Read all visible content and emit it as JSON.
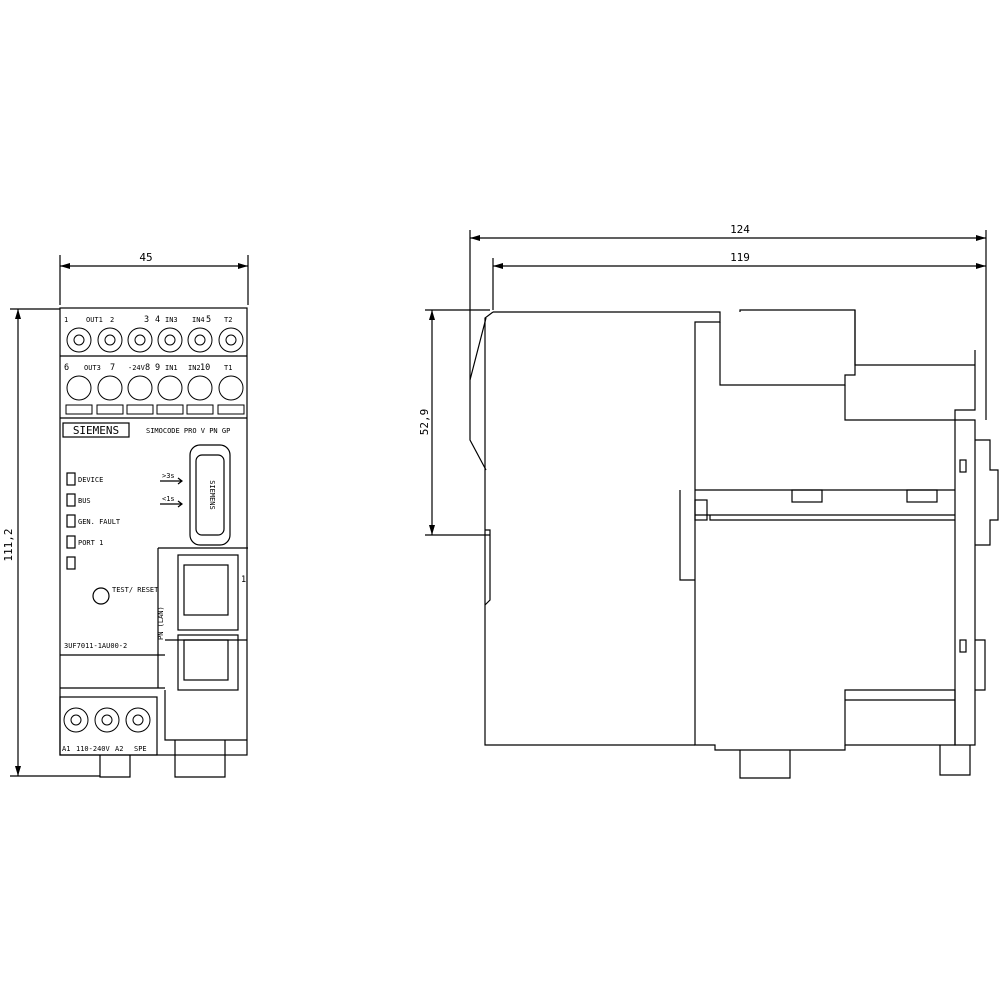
{
  "dimensions": {
    "width_front": "45",
    "height_total": "111,2",
    "depth_total": "124",
    "depth_body": "119",
    "height_upper": "52,9"
  },
  "terminals": {
    "top_row": [
      "1",
      "OUT1",
      "2",
      "3",
      "4",
      "IN3",
      "IN4",
      "5",
      "T2"
    ],
    "second_row": [
      "6",
      "OUT3",
      "7",
      "-24V",
      "8",
      "9",
      "IN1",
      "IN2",
      "10",
      "T1"
    ],
    "bottom_row": [
      "A1",
      "110-240V",
      "A2",
      "SPE"
    ]
  },
  "front_panel": {
    "brand": "SIEMENS",
    "product": "SIMOCODE PRO V PN GP",
    "leds": [
      "DEVICE",
      "BUS",
      "GEN. FAULT",
      "PORT 1"
    ],
    "arrow_long": ">3s",
    "arrow_short": "<1s",
    "button": "TEST/ RESET",
    "order_number": "3UF7011-1AU00-2",
    "port_label": "PN (LAN)",
    "port_number": "1",
    "connector_brand": "SIEMENS"
  }
}
